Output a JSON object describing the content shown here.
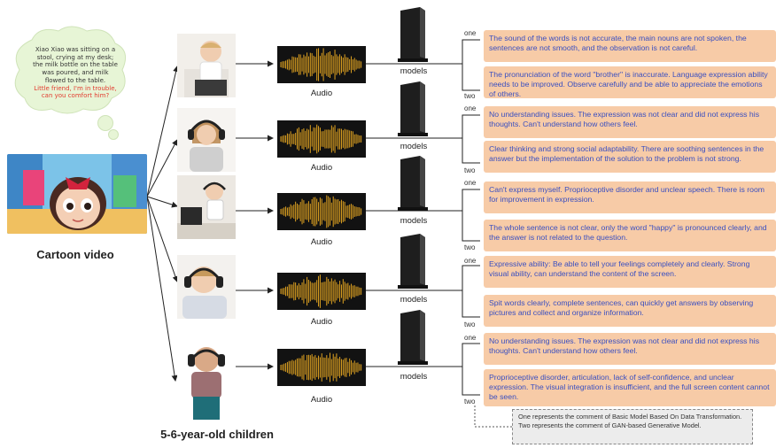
{
  "story": {
    "lines": [
      {
        "text": "Xiao Xiao was sitting on a stool, crying at my desk; the milk bottle on the table was poured, and milk flowed to the table.",
        "color": "dark"
      },
      {
        "text": "Little friend, I'm in trouble, can you comfort him?",
        "color": "red"
      }
    ]
  },
  "captions": {
    "video": "Cartoon video",
    "children": "5-6-year-old children"
  },
  "audio_label": "Audio",
  "models_label": "models",
  "labels": {
    "one": "one",
    "two": "two"
  },
  "rows": [
    {
      "comment_one": "The sound of the words is not accurate, the main nouns are not spoken, the sentences are not smooth, and the observation is not careful.",
      "comment_two": "The pronunciation of the word \"brother\" is inaccurate. Language expression ability needs to be improved. Observe carefully and be able to appreciate the emotions of others."
    },
    {
      "comment_one": "No understanding issues. The expression was not clear and did not express his thoughts. Can't understand how others feel.",
      "comment_two": "Clear thinking and strong social adaptability. There are soothing sentences in the answer but the implementation of the solution to the problem is not strong."
    },
    {
      "comment_one": "Can't express myself. Proprioceptive disorder and unclear speech. There is room for improvement in expression.",
      "comment_two": "The whole sentence is not clear, only the word \"happy\" is pronounced clearly, and the answer is not related to the question."
    },
    {
      "comment_one": "Expressive ability: Be able to tell your feelings completely and clearly. Strong visual ability, can understand the content of the screen.",
      "comment_two": "Spit words clearly, complete sentences, can quickly get answers by observing pictures and collect and organize information."
    },
    {
      "comment_one": "No understanding issues. The expression was not clear and did not express his thoughts. Can't understand how others feel.",
      "comment_two": "Proprioceptive disorder, articulation, lack of self-confidence, and unclear expression. The visual integration is insufficient, and the full screen content cannot be seen."
    }
  ],
  "legend": {
    "line1": "One represents the comment of Basic Model Based On Data Transformation.",
    "line2": "Two represents  the comment of GAN-based Generative Model."
  },
  "colors": {
    "card_bg": "#f7cba7",
    "card_text": "#3a4fc0",
    "story_red": "#e23b2e",
    "wave": "#e0a321"
  }
}
